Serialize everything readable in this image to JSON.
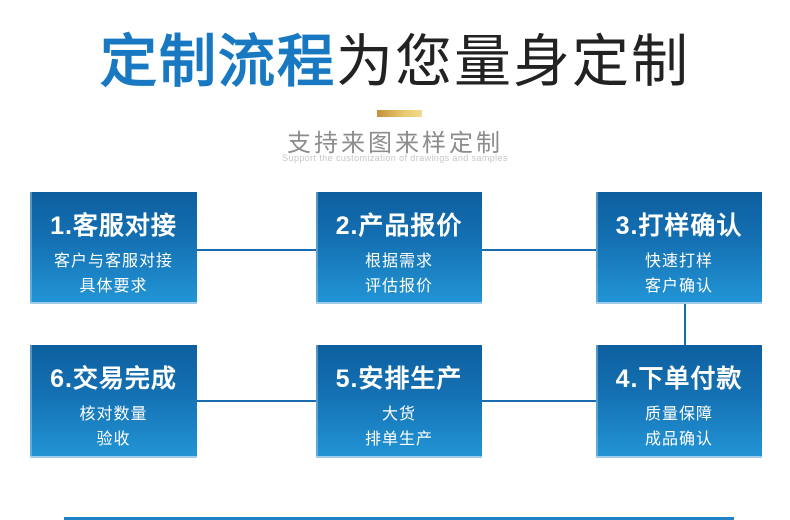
{
  "header": {
    "title_highlight": "定制流程",
    "title_rest": "为您量身定制",
    "subtitle": "支持来图来样定制",
    "subtitle_en": "Support the customization of drawings and samples"
  },
  "colors": {
    "accent_blue": "#1879c2",
    "box_gradient_top": "#0d5f9f",
    "box_gradient_bottom": "#2295d6",
    "connector_blue": "#1a6cb0",
    "gold_divider": "#e8c96e",
    "subtitle_gray": "#8c8c8c"
  },
  "steps": [
    {
      "title": "1.客服对接",
      "lines": [
        "客户与客服对接",
        "具体要求"
      ]
    },
    {
      "title": "2.产品报价",
      "lines": [
        "根据需求",
        "评估报价"
      ]
    },
    {
      "title": "3.打样确认",
      "lines": [
        "快速打样",
        "客户确认"
      ]
    },
    {
      "title": "4.下单付款",
      "lines": [
        "质量保障",
        "成品确认"
      ]
    },
    {
      "title": "5.安排生产",
      "lines": [
        "大货",
        "排单生产"
      ]
    },
    {
      "title": "6.交易完成",
      "lines": [
        "核对数量",
        "验收"
      ]
    }
  ]
}
